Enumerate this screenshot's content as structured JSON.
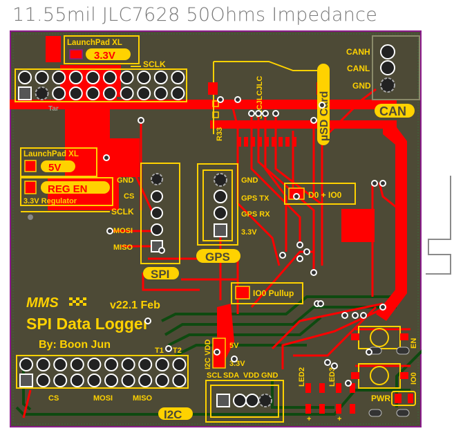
{
  "title": "11.55mil JLC7628 50Ohms Impedance",
  "colors": {
    "board": "#4d4a36",
    "copper_top": "#ff0000",
    "copper_bottom": "#0e4a10",
    "silkscreen": "#ffd200",
    "outline": "#8b1a8b",
    "pad_hole": "#222222",
    "pad_ring": "#ffffff",
    "annotation_gray": "#8a8a8a"
  },
  "labels": {
    "launchpad_top": "LaunchPad XL",
    "v33_badge": "3.3V",
    "sclk_top": "SCLK",
    "tar": "Tar",
    "launchpad_mid": "LaunchPad XL",
    "v5_badge": "5V",
    "reg_en_badge": "REG EN",
    "reg_label": "3.3V Regulator",
    "sclk_mid": "SCLK",
    "spi_pins": [
      "GND",
      "CS",
      "SCLK",
      "MOSI",
      "MISO"
    ],
    "spi_badge": "SPI",
    "gps_pins": [
      "GND",
      "GPS TX",
      "GPS RX",
      "3.3V"
    ],
    "gps_badge": "GPS",
    "sd_jlc": "JLCJLCJLC",
    "r33": "R33",
    "usd_badge": "µSD Card",
    "can_pins": [
      "CANH",
      "CANL",
      "GND"
    ],
    "can_badge": "CAN",
    "d0_io0": "D0 + IO0",
    "io0_pullup": "IO0 Pullup",
    "logo": "MMS",
    "version": "v22.1 Feb",
    "product": "SPI Data Logger",
    "author": "By: Boon Jun",
    "t1": "T1",
    "t2": "T2",
    "header_cs": "CS",
    "header_mosi": "MOSI",
    "header_miso": "MISO",
    "i2c_badge": "I2C",
    "i2c_vdd": "I2C VDD",
    "v5_small": "5V",
    "v33_small": "3.3V",
    "i2c_pins": [
      "SCL",
      "SDA",
      "VDD",
      "GND"
    ],
    "led2": "LED2",
    "led3": "LED3",
    "plus": "+",
    "en": "EN",
    "io0": "IO0",
    "pwr": "PWR"
  }
}
